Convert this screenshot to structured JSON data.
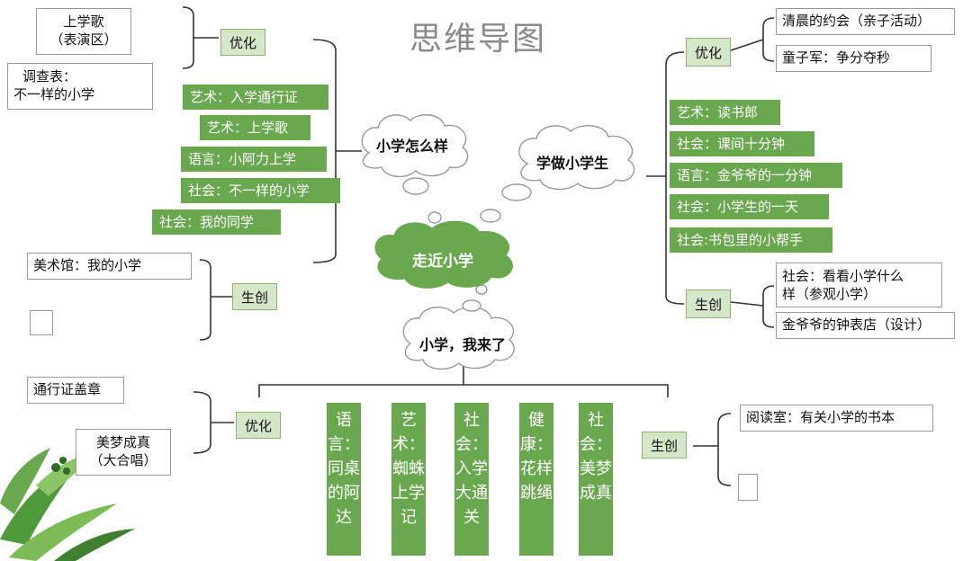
{
  "title": "思维导图",
  "center": "走近小学",
  "clouds": {
    "left": "小学怎么样",
    "right": "学做小学生",
    "bottom": "小学，我来了"
  },
  "left_top": {
    "optimize_label": "优化",
    "box1_line1": "上学歌",
    "box1_line2": "（表演区）",
    "box2_line1": "调查表：",
    "box2_line2": "不一样的小学",
    "items": [
      "艺术：入学通行证",
      "艺术：上学歌",
      "语言：小阿力上学",
      "社会：不一样的小学",
      "社会：我的同学"
    ],
    "create_label": "生创",
    "create_box": "美术馆：我的小学"
  },
  "right_top": {
    "optimize_label": "优化",
    "opt_boxes": [
      "清晨的约会（亲子活动）",
      "童子军：争分夺秒"
    ],
    "items": [
      "艺术：读书郎",
      "社会：课间十分钟",
      "语言：金爷爷的一分钟",
      "社会：小学生的一天",
      "社会:书包里的小帮手"
    ],
    "create_label": "生创",
    "create_box1_line1": "社会：看看小学什么",
    "create_box1_line2": "样（参观小学）",
    "create_box2": "金爷爷的钟表店（设计）"
  },
  "bottom": {
    "optimize_label": "优化",
    "opt_box1": "通行证盖章",
    "opt_box2_line1": "美梦成真",
    "opt_box2_line2": "（大合唱）",
    "items": [
      "语言：同桌的阿达",
      "艺术：蜘蛛上学记",
      "社会：入学大通关",
      "健康：花样跳绳",
      "社会：美梦成真"
    ],
    "create_label": "生创",
    "create_box": "阅读室：有关小学的书本"
  }
}
